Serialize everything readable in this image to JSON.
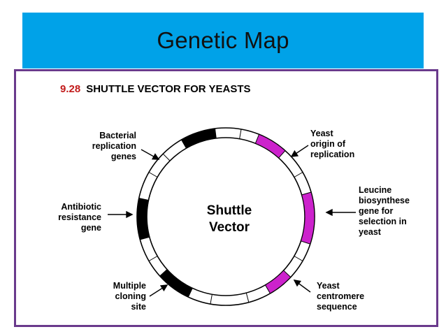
{
  "slide": {
    "title": "Genetic Map",
    "title_bar_color": "#00a2e8",
    "frame_color": "#6a3a8c"
  },
  "figure": {
    "number": "9.28",
    "heading": "SHUTTLE VECTOR FOR YEASTS",
    "center_label_line1": "Shuttle",
    "center_label_line2": "Vector",
    "segment_colors": {
      "bacterial": "#000000",
      "yeast": "#cc22cc",
      "empty": "#ffffff"
    },
    "labels": {
      "bacterial_replication": [
        "Bacterial",
        "replication",
        "genes"
      ],
      "antibiotic_resistance": [
        "Antibiotic",
        "resistance",
        "gene"
      ],
      "multiple_cloning": [
        "Multiple",
        "cloning",
        "site"
      ],
      "yeast_origin": [
        "Yeast",
        "origin of",
        "replication"
      ],
      "leucine_gene": [
        "Leucine",
        "biosynthese",
        "gene for",
        "selection in",
        "yeast"
      ],
      "yeast_centromere": [
        "Yeast",
        "centromere",
        "sequence"
      ]
    }
  }
}
